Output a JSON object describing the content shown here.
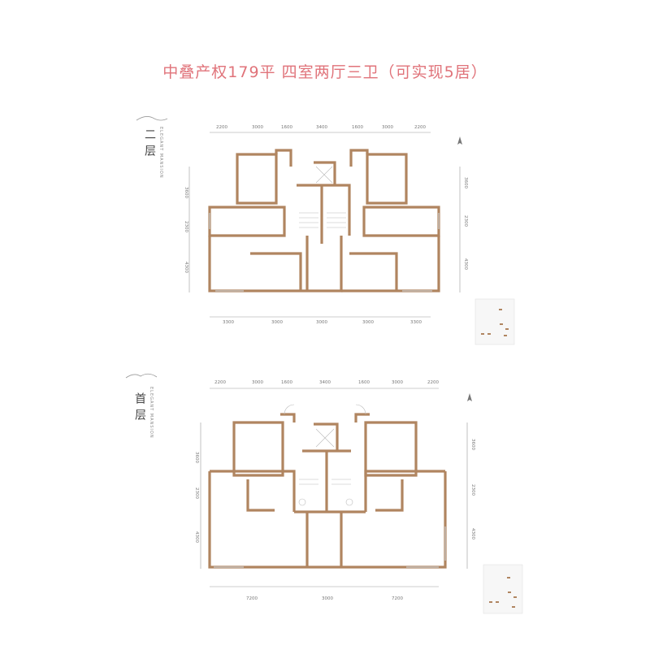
{
  "title": "中叠产权179平 四室两厅三卫（可实现5居）",
  "upper_floor": {
    "label": "二层",
    "brand": "ELEGANT MANSION",
    "top_dims": [
      "2200",
      "3000",
      "1600",
      "3400",
      "1600",
      "3000",
      "2200"
    ],
    "bottom_dims": [
      "3300",
      "3000",
      "3000",
      "3000",
      "3300"
    ],
    "left_dims": [
      "3600",
      "2300",
      "4300"
    ],
    "right_dims": [
      "3600",
      "2300",
      "4300"
    ]
  },
  "ground_floor": {
    "label": "首层",
    "brand": "ELEGANT MANSION",
    "top_dims": [
      "2200",
      "3000",
      "1600",
      "3400",
      "1600",
      "3000",
      "2200"
    ],
    "bottom_dims": [
      "7200",
      "3000",
      "7200"
    ],
    "left_dims": [
      "3600",
      "2300",
      "4300"
    ],
    "right_dims": [
      "3600",
      "2300",
      "4300"
    ]
  },
  "colors": {
    "wall": "#b08560",
    "title": "#e0737a"
  },
  "icons": [
    "compass-north-icon",
    "key-plan-thumbnail-icon",
    "mountain-ornament-icon"
  ]
}
